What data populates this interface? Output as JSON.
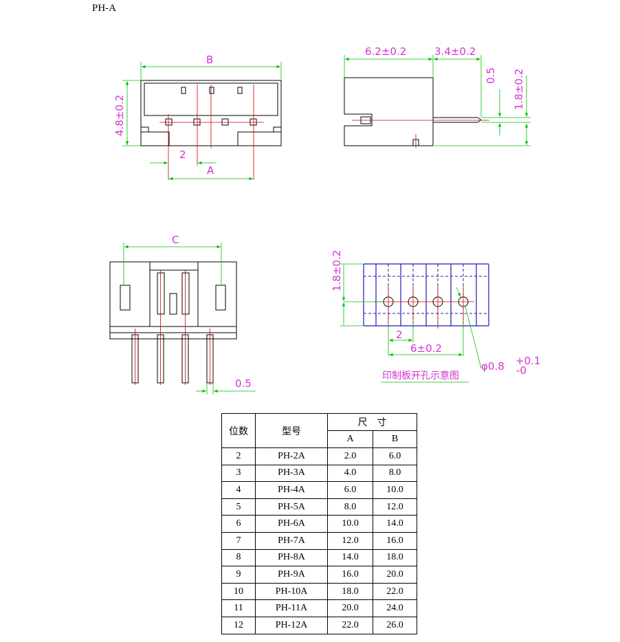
{
  "title": "PH-A",
  "dimensions": {
    "front_width": "B",
    "front_height": "4.8±0.2",
    "pitch": "2",
    "pin_span": "A",
    "side_depth": "6.2±0.2",
    "side_pin_out": "3.4±0.2",
    "side_pin_thk": "0.5",
    "side_pin_height": "1.8±0.2",
    "top_width": "C",
    "top_pin_thk": "0.5",
    "pcb_row": "1.8±0.2",
    "pcb_pitch": "2",
    "pcb_span": "6±0.2",
    "pcb_hole_prefix": "φ0.8",
    "pcb_hole_plus": "+0.1",
    "pcb_hole_minus": "-0"
  },
  "pcb_note": "印制板开孔示意图",
  "colors": {
    "outline": "#000000",
    "dimension": "#00c000",
    "text": "#d531d5",
    "center": "#cc0000",
    "pcb": "#1a1ab0"
  },
  "table": {
    "header": {
      "positions": "位数",
      "model": "型号",
      "size": "尺　寸",
      "col_a": "A",
      "col_b": "B"
    },
    "rows": [
      {
        "n": "2",
        "model": "PH-2A",
        "a": "2.0",
        "b": "6.0"
      },
      {
        "n": "3",
        "model": "PH-3A",
        "a": "4.0",
        "b": "8.0"
      },
      {
        "n": "4",
        "model": "PH-4A",
        "a": "6.0",
        "b": "10.0"
      },
      {
        "n": "5",
        "model": "PH-5A",
        "a": "8.0",
        "b": "12.0"
      },
      {
        "n": "6",
        "model": "PH-6A",
        "a": "10.0",
        "b": "14.0"
      },
      {
        "n": "7",
        "model": "PH-7A",
        "a": "12.0",
        "b": "16.0"
      },
      {
        "n": "8",
        "model": "PH-8A",
        "a": "14.0",
        "b": "18.0"
      },
      {
        "n": "9",
        "model": "PH-9A",
        "a": "16.0",
        "b": "20.0"
      },
      {
        "n": "10",
        "model": "PH-10A",
        "a": "18.0",
        "b": "22.0"
      },
      {
        "n": "11",
        "model": "PH-11A",
        "a": "20.0",
        "b": "24.0"
      },
      {
        "n": "12",
        "model": "PH-12A",
        "a": "22.0",
        "b": "26.0"
      }
    ]
  }
}
